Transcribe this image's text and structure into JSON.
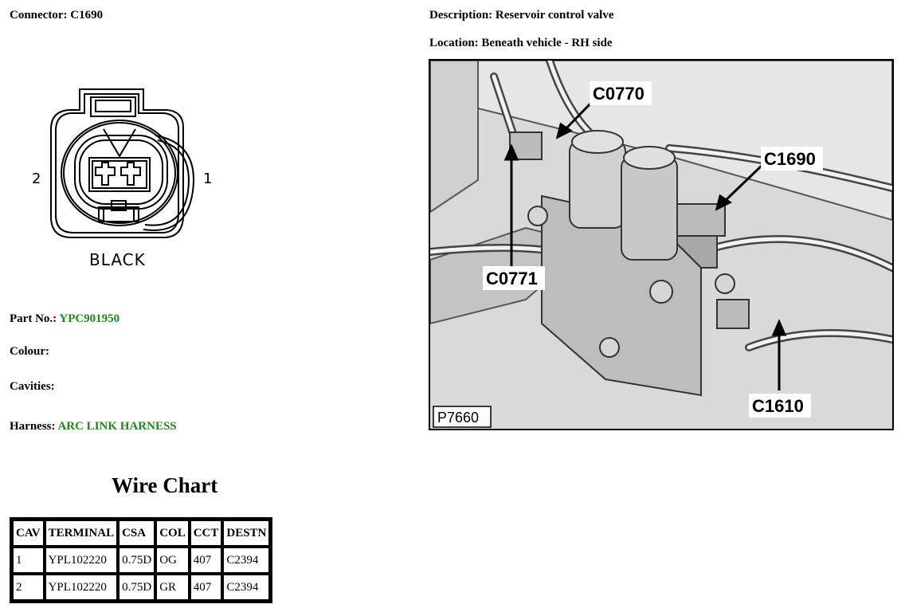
{
  "connector": {
    "label": "Connector:",
    "value": "C1690"
  },
  "description": {
    "label": "Description:",
    "value": "Reservoir control valve"
  },
  "location": {
    "label": "Location:",
    "value": "Beneath vehicle - RH side"
  },
  "diagram": {
    "color_text": "BLACK",
    "cavity_left": "2",
    "cavity_right": "1"
  },
  "part_no": {
    "label": "Part No.:",
    "value": "YPC901950"
  },
  "colour": {
    "label": "Colour:"
  },
  "cavities": {
    "label": "Cavities:"
  },
  "harness": {
    "label": "Harness:",
    "value": "ARC LINK HARNESS"
  },
  "photo": {
    "ref": "P7660",
    "callouts": [
      "C0770",
      "C1690",
      "C0771",
      "C1610"
    ]
  },
  "wire_chart": {
    "title": "Wire Chart",
    "headers": [
      "CAV",
      "TERMINAL",
      "CSA",
      "COL",
      "CCT",
      "DESTN"
    ],
    "rows": [
      [
        "1",
        "YPL102220",
        "0.75D",
        "OG",
        "407",
        "C2394"
      ],
      [
        "2",
        "YPL102220",
        "0.75D",
        "GR",
        "407",
        "C2394"
      ]
    ]
  },
  "colors": {
    "link_green": "#1a8a1a"
  }
}
